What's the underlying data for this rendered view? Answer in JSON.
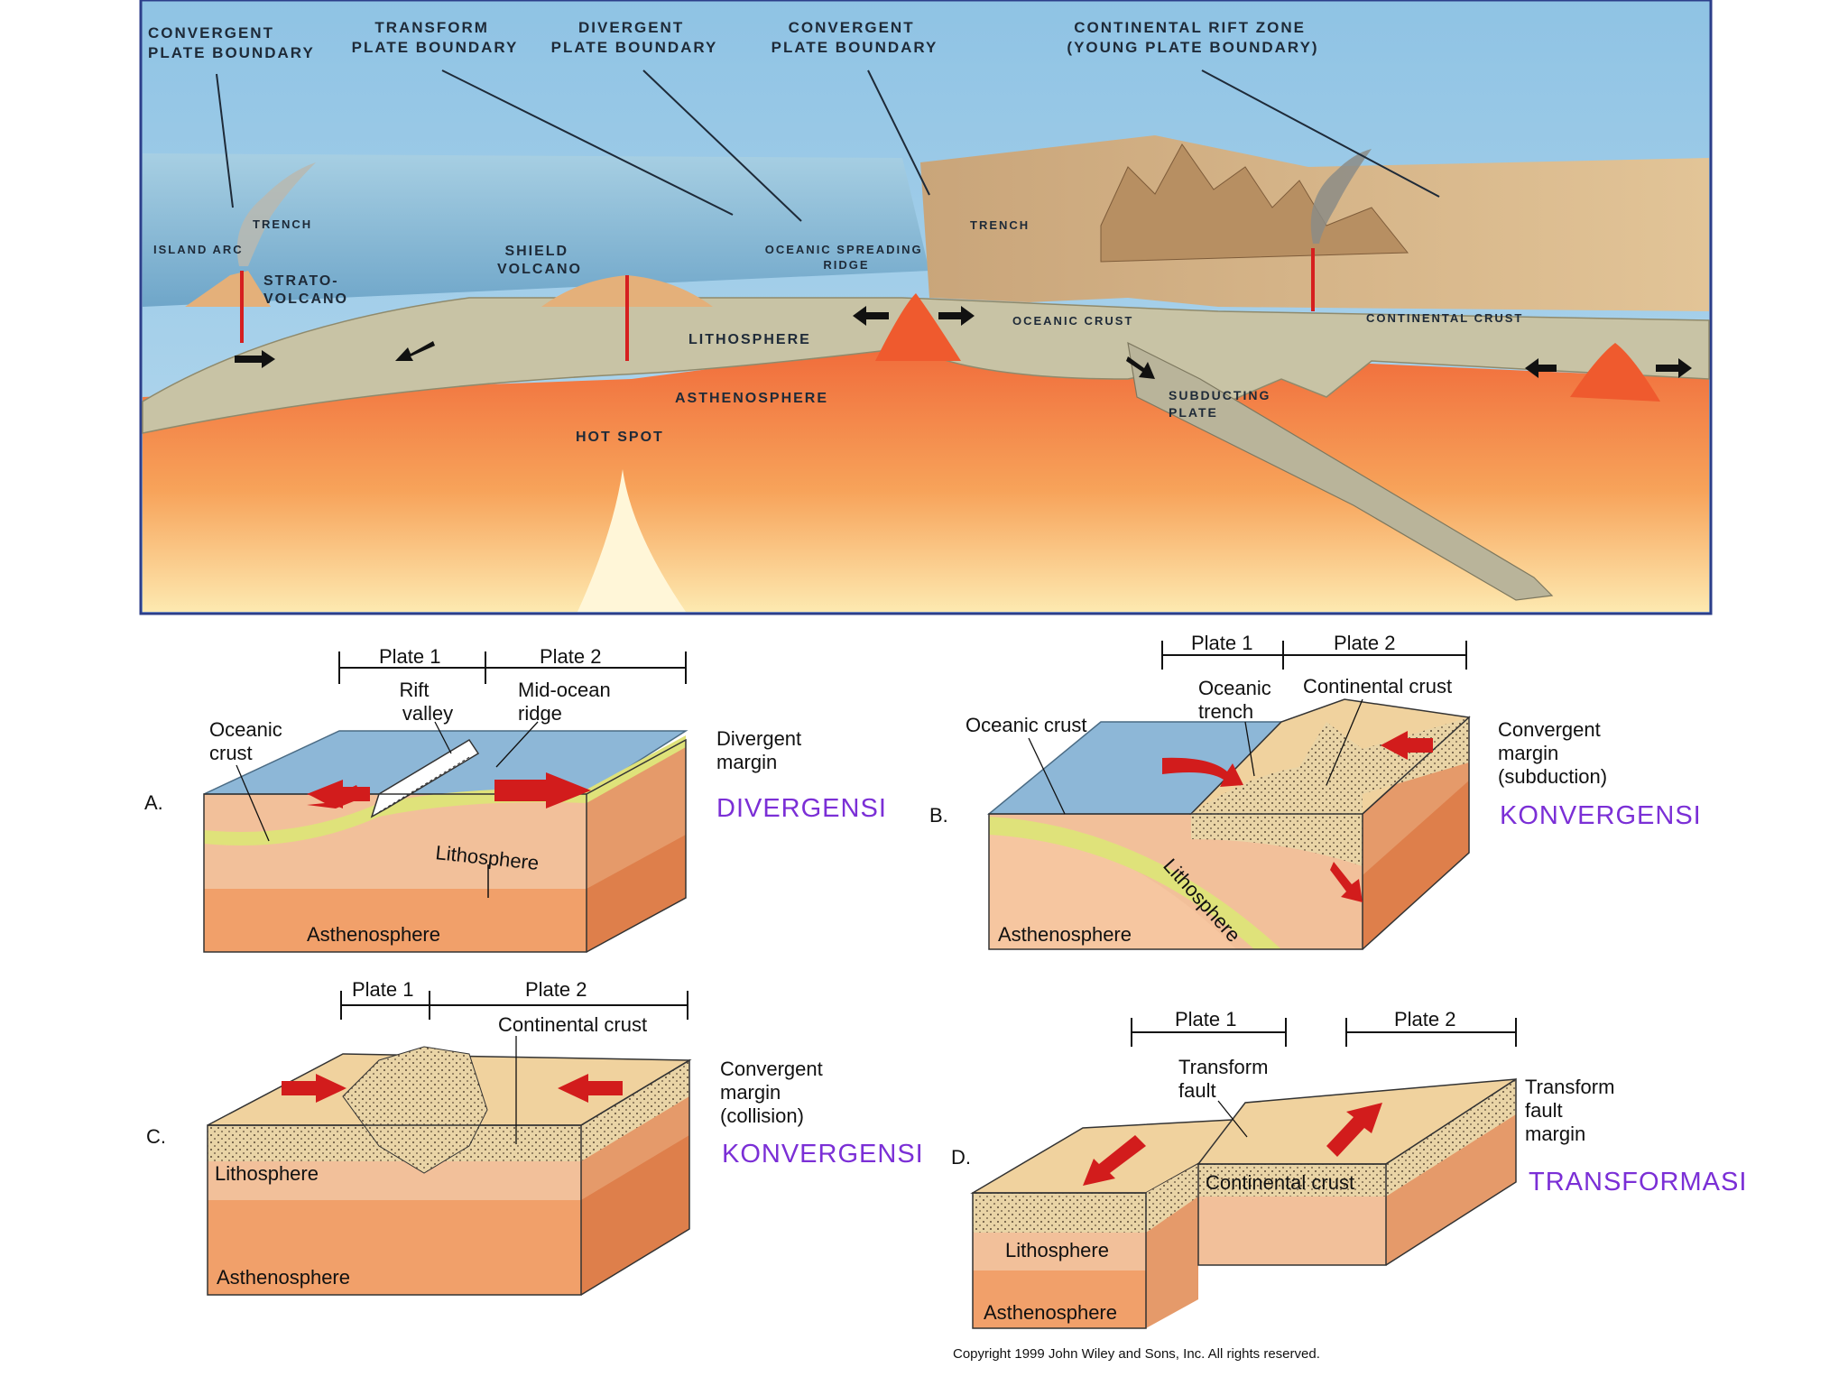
{
  "top_panel": {
    "boundary_headers": {
      "convergent_left": [
        "CONVERGENT",
        "PLATE BOUNDARY"
      ],
      "transform": [
        "TRANSFORM",
        "PLATE BOUNDARY"
      ],
      "divergent": [
        "DIVERGENT",
        "PLATE BOUNDARY"
      ],
      "convergent_right": [
        "CONVERGENT",
        "PLATE BOUNDARY"
      ],
      "rift_zone": [
        "CONTINENTAL RIFT ZONE",
        "(YOUNG PLATE BOUNDARY)"
      ]
    },
    "labels": {
      "island_arc": "ISLAND ARC",
      "trench_left": "TRENCH",
      "strato_volcano": [
        "STRATO-",
        "VOLCANO"
      ],
      "shield_volcano": [
        "SHIELD",
        "VOLCANO"
      ],
      "oceanic_spreading_ridge": [
        "OCEANIC SPREADING",
        "RIDGE"
      ],
      "trench_right": "TRENCH",
      "oceanic_crust": "OCEANIC CRUST",
      "continental_crust": "CONTINENTAL CRUST",
      "lithosphere": "LITHOSPHERE",
      "asthenosphere": "ASTHENOSPHERE",
      "hot_spot": "HOT SPOT",
      "subducting_plate": [
        "SUBDUCTING",
        "PLATE"
      ]
    }
  },
  "diagrams": {
    "a": {
      "letter": "A.",
      "plate1": "Plate 1",
      "plate2": "Plate 2",
      "rift_valley": [
        "Rift",
        "valley"
      ],
      "mid_ocean_ridge": [
        "Mid-ocean",
        "ridge"
      ],
      "oceanic_crust": [
        "Oceanic",
        "crust"
      ],
      "lithosphere": "Lithosphere",
      "asthenosphere": "Asthenosphere",
      "margin": [
        "Divergent",
        "margin"
      ],
      "tag": "DIVERGENSI"
    },
    "b": {
      "letter": "B.",
      "plate1": "Plate 1",
      "plate2": "Plate 2",
      "oceanic_trench": [
        "Oceanic",
        "trench"
      ],
      "continental_crust": "Continental crust",
      "oceanic_crust": "Oceanic crust",
      "lithosphere": "Lithosphere",
      "asthenosphere": "Asthenosphere",
      "margin": [
        "Convergent",
        "margin",
        "(subduction)"
      ],
      "tag": "KONVERGENSI"
    },
    "c": {
      "letter": "C.",
      "plate1": "Plate 1",
      "plate2": "Plate 2",
      "continental_crust": "Continental crust",
      "lithosphere": "Lithosphere",
      "asthenosphere": "Asthenosphere",
      "margin": [
        "Convergent",
        "margin",
        "(collision)"
      ],
      "tag": "KONVERGENSI"
    },
    "d": {
      "letter": "D.",
      "plate1": "Plate 1",
      "plate2": "Plate 2",
      "transform_fault": [
        "Transform",
        "fault"
      ],
      "continental_crust": "Continental crust",
      "lithosphere": "Lithosphere",
      "asthenosphere": "Asthenosphere",
      "margin": [
        "Transform",
        "fault",
        "margin"
      ],
      "tag": "TRANSFORMASI"
    }
  },
  "copyright": "Copyright 1999 John Wiley and Sons, Inc. All rights reserved."
}
